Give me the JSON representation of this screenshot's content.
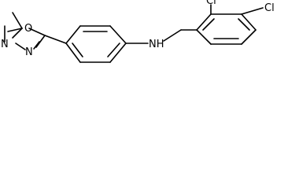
{
  "molecule": {
    "atoms": {
      "cl_upper": "Cl",
      "cl_lower": "Cl",
      "amine": "NH",
      "oxazole_o": "O",
      "oxazole_n1": "N",
      "oxazole_n2": "N"
    }
  }
}
